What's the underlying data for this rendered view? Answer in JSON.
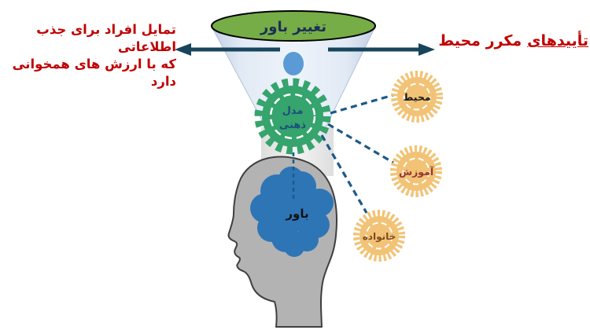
{
  "title": "تغییر باور",
  "left_note": {
    "line1": "تمایل افراد برای جذب اطلاعاتی",
    "line2": "که با ارزش های همخوانی دارد"
  },
  "right_note": {
    "word_underlined": "تأییدهای",
    "rest": "مکرر محیط"
  },
  "center_gear": {
    "line1": "مدل",
    "line2": "ذهنی"
  },
  "brain_label": "باور",
  "factor_gears": [
    {
      "label": "محیط"
    },
    {
      "label": "آموزش"
    },
    {
      "label": "خانواده"
    }
  ],
  "colors": {
    "ellipse_green": "#76ad47",
    "funnel_blue": "#dde7f3",
    "stem_gray": "#ececec",
    "arrow_navy": "#17455c",
    "dashed_blue": "#1b5a8a",
    "note_red": "#c00000",
    "center_gear_green": "#35a46d",
    "factor_gear_orange": "#f2c376",
    "head_gray": "#b3b3b3",
    "brain_blue": "#2e75b6",
    "env_label": "#1a1a1a",
    "edu_label": "#953735",
    "family_label": "#7b4b1e",
    "gear_text_navy": "#1d4f7c",
    "title_navy": "#1a2f55"
  }
}
